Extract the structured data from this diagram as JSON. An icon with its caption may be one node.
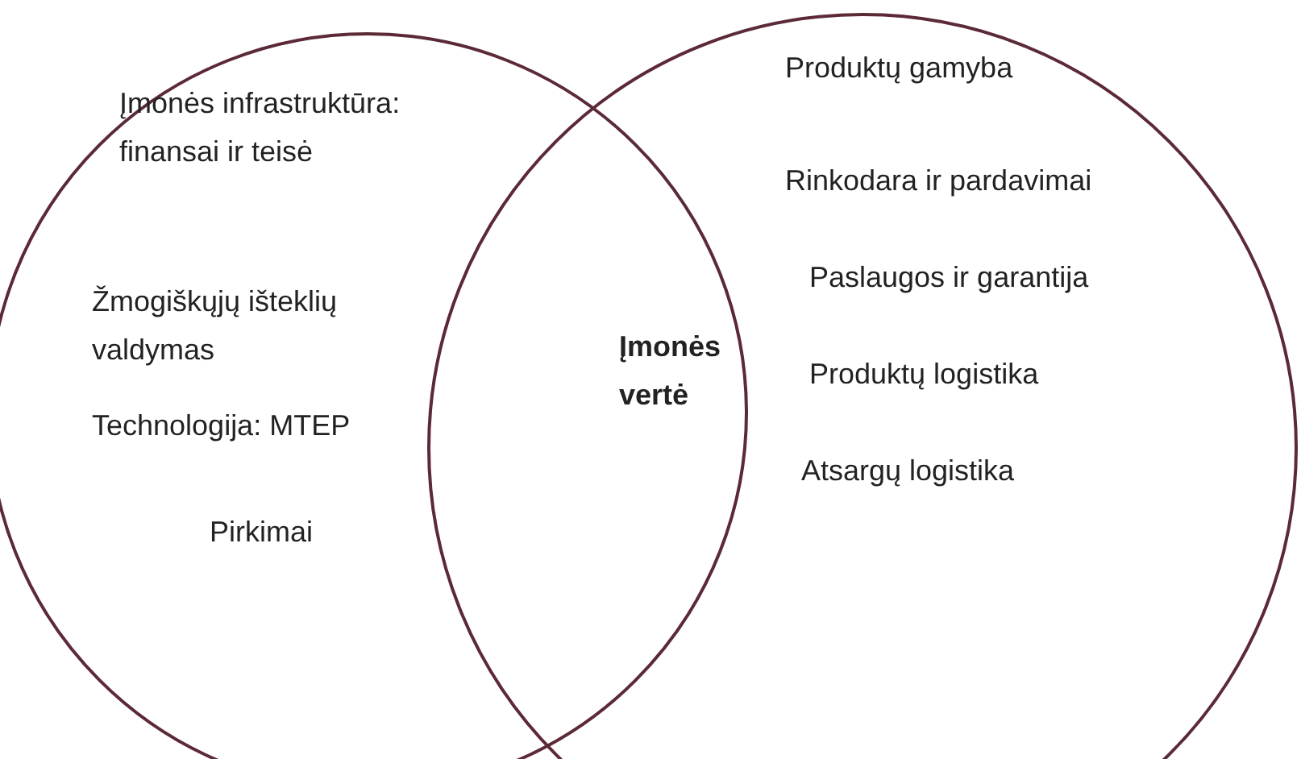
{
  "diagram": {
    "nodes": [
      {
        "text": [
          "Įmonės infrastruktūra: finansai ir teisė",
          "Žmogiškųjų išteklių valdymas",
          "Technologija: MTEP",
          "Pirkimai"
        ]
      },
      {
        "text": [
          "Produktų gamyba",
          "Rinkodara ir pardavimai",
          "Paslaugos ir garantija",
          "Produktų logistika",
          "Atsargų logistika"
        ]
      }
    ],
    "labels": [
      "Įmonės vertė"
    ]
  }
}
